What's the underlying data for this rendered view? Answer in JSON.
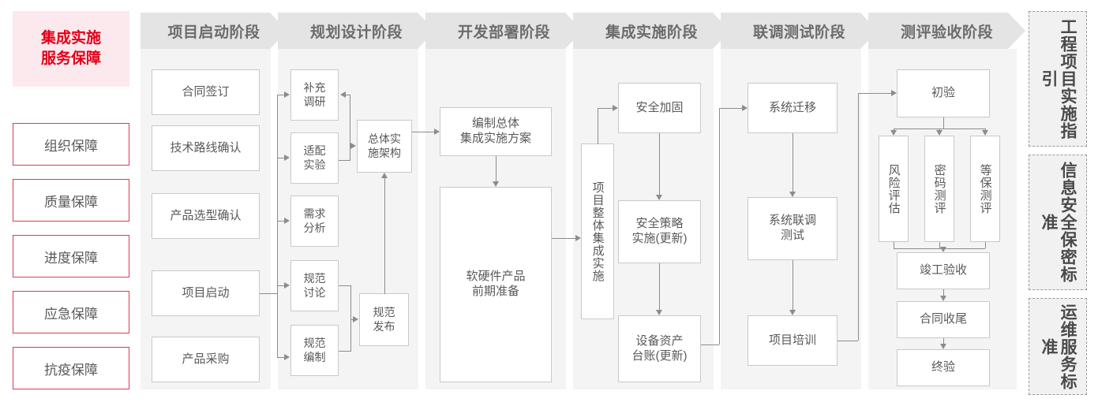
{
  "left_panel": {
    "title": "集成实施\n服务保障",
    "title_line1": "集成实施",
    "title_line2": "服务保障",
    "items": [
      {
        "label": "组织保障"
      },
      {
        "label": "质量保障"
      },
      {
        "label": "进度保障"
      },
      {
        "label": "应急保障"
      },
      {
        "label": "抗疫保障"
      }
    ]
  },
  "phases": [
    {
      "header": "项目启动阶段",
      "nodes": [
        {
          "label": "合同签订"
        },
        {
          "label": "技术路线确认"
        },
        {
          "label": "产品选型确认"
        },
        {
          "label": "项目启动"
        },
        {
          "label": "产品采购"
        }
      ]
    },
    {
      "header": "规划设计阶段",
      "nodes": [
        {
          "label": "补充\n调研",
          "l1": "补充",
          "l2": "调研"
        },
        {
          "label": "适配\n实验",
          "l1": "适配",
          "l2": "实验"
        },
        {
          "label": "需求\n分析",
          "l1": "需求",
          "l2": "分析"
        },
        {
          "label": "规范\n讨论",
          "l1": "规范",
          "l2": "讨论"
        },
        {
          "label": "规范\n编制",
          "l1": "规范",
          "l2": "编制"
        },
        {
          "label": "总体实\n施架构",
          "l1": "总体实",
          "l2": "施架构"
        },
        {
          "label": "规范\n发布",
          "l1": "规范",
          "l2": "发布"
        }
      ]
    },
    {
      "header": "开发部署阶段",
      "nodes": [
        {
          "label": "编制总体\n集成实施方案",
          "l1": "编制总体",
          "l2": "集成实施方案"
        },
        {
          "label": "软硬件产品\n前期准备",
          "l1": "软硬件产品",
          "l2": "前期准备"
        }
      ]
    },
    {
      "header": "集成实施阶段",
      "nodes": [
        {
          "label": "项目整体集成实施"
        },
        {
          "label": "安全加固"
        },
        {
          "label": "安全策略\n实施(更新)",
          "l1": "安全策略",
          "l2": "实施(更新)"
        },
        {
          "label": "设备资产\n台账(更新)",
          "l1": "设备资产",
          "l2": "台账(更新)"
        }
      ]
    },
    {
      "header": "联调测试阶段",
      "nodes": [
        {
          "label": "系统迁移"
        },
        {
          "label": "系统联调\n测试",
          "l1": "系统联调",
          "l2": "测试"
        },
        {
          "label": "项目培训"
        }
      ]
    },
    {
      "header": "测评验收阶段",
      "nodes": [
        {
          "label": "初验"
        },
        {
          "label": "风险评估"
        },
        {
          "label": "密码测评"
        },
        {
          "label": "等保测评"
        },
        {
          "label": "竣工验收"
        },
        {
          "label": "合同收尾"
        },
        {
          "label": "终验"
        }
      ]
    }
  ],
  "standards": [
    {
      "label": "工程项目实施指引"
    },
    {
      "label": "信息安全保密标准"
    },
    {
      "label": "运维服务标准"
    }
  ],
  "colors": {
    "accent_red": "#e2001a",
    "red_border": "#e0394f",
    "red_bg": "#fce9ed",
    "band_bg": "#f4f4f4",
    "header_bg": "#e4e4e4",
    "box_border": "#c9c9c9",
    "text_gray": "#595959",
    "line_gray": "#8c8c8c"
  }
}
